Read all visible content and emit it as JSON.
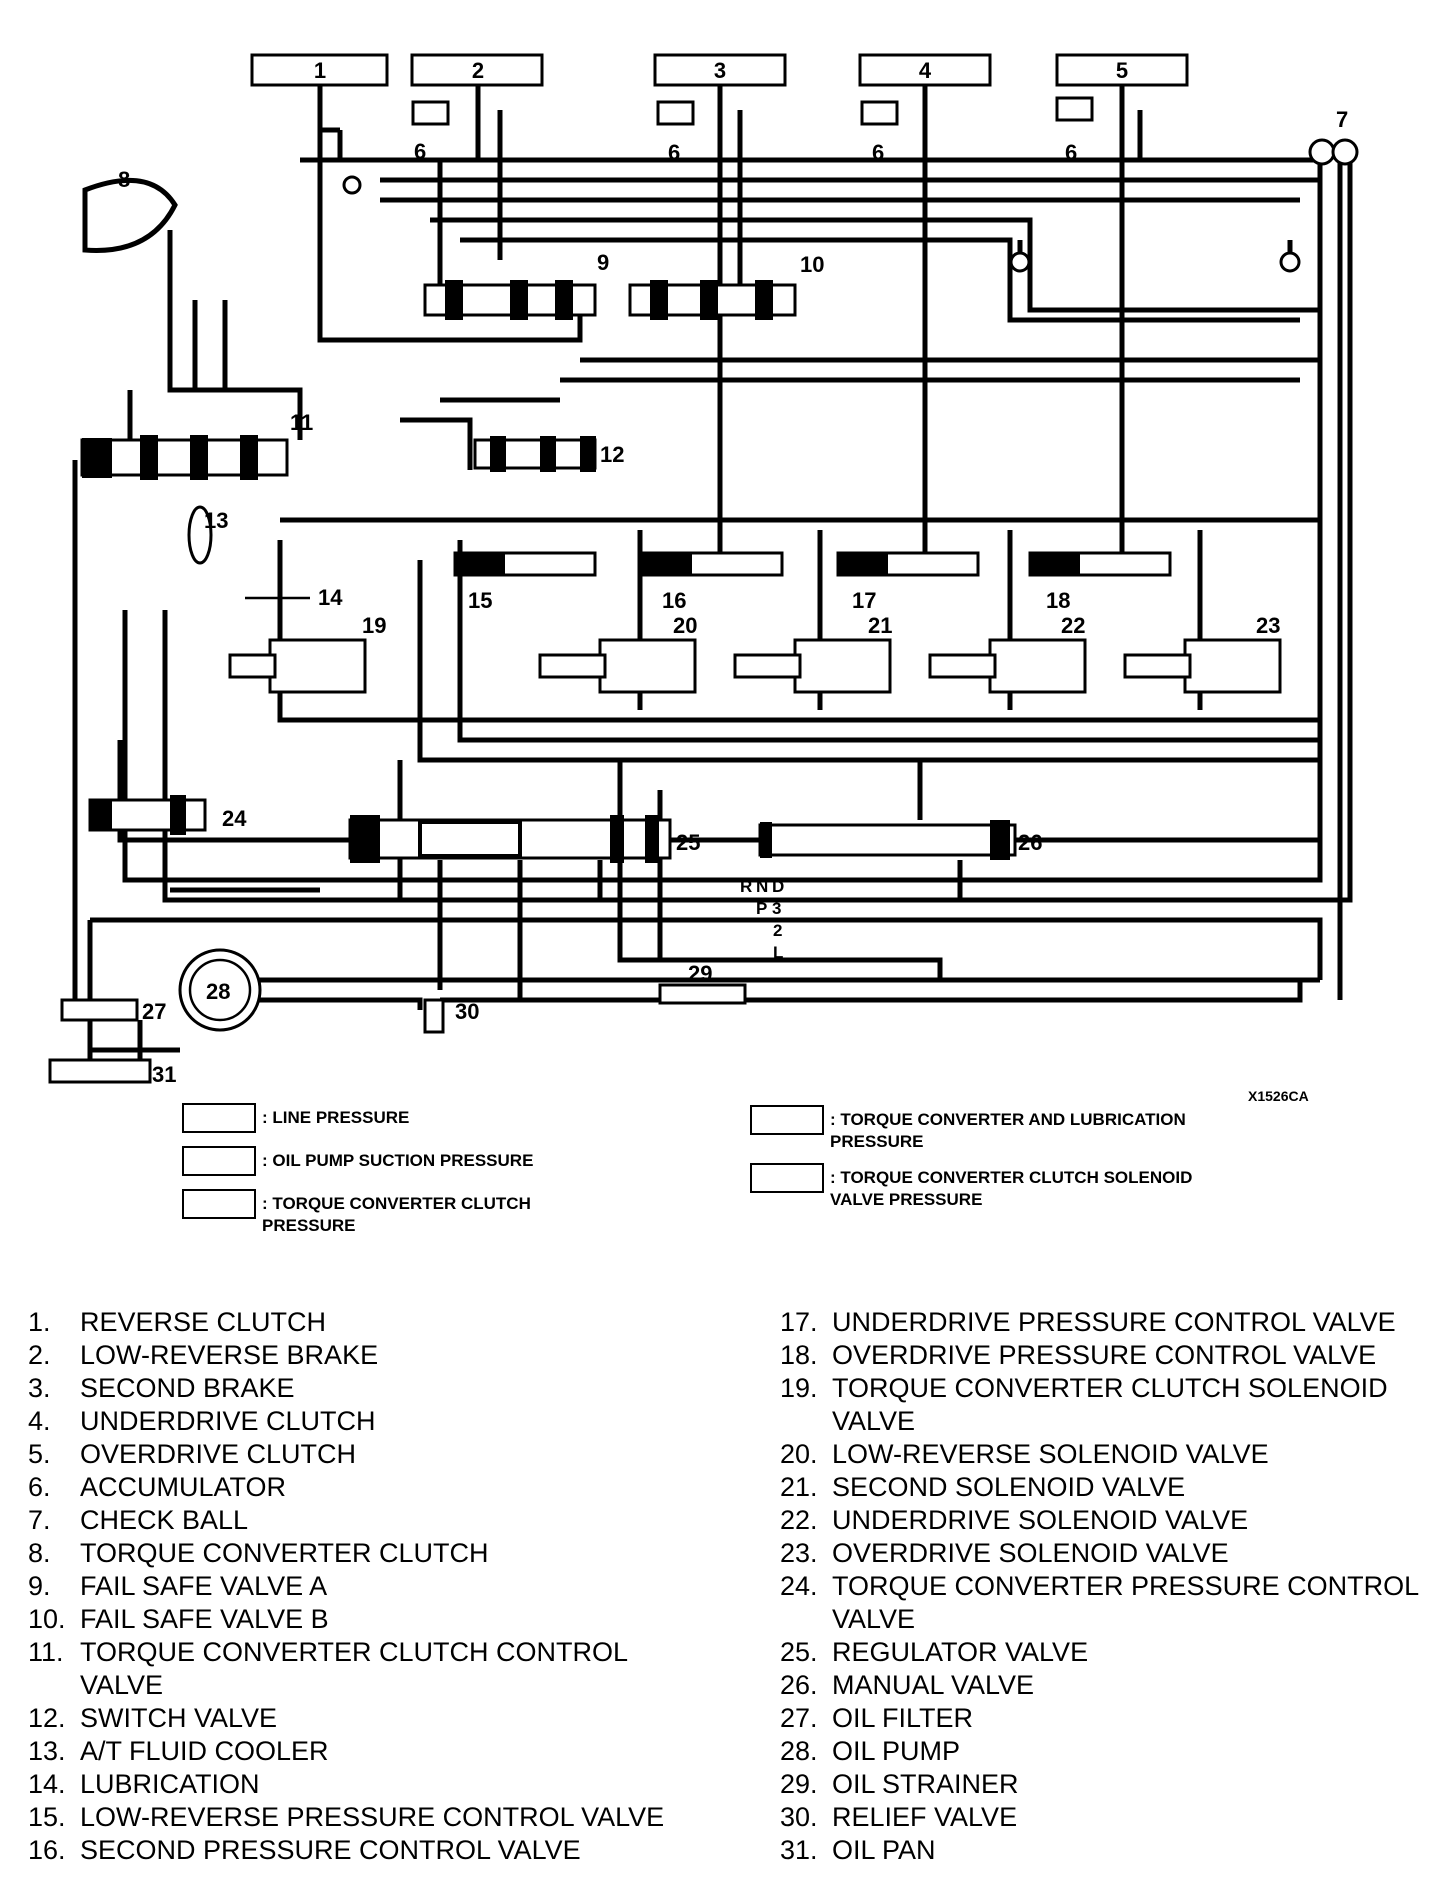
{
  "figure_code": "X1526CA",
  "gear_positions": [
    "R",
    "N",
    "D",
    "P",
    "3",
    "2",
    "L"
  ],
  "legend": [
    {
      "label": ": LINE PRESSURE"
    },
    {
      "label": ": OIL PUMP SUCTION PRESSURE"
    },
    {
      "label": ": TORQUE CONVERTER CLUTCH\nPRESSURE"
    },
    {
      "label": ": TORQUE CONVERTER AND LUBRICATION\nPRESSURE"
    },
    {
      "label": ": TORQUE CONVERTER CLUTCH SOLENOID\nVALVE PRESSURE"
    }
  ],
  "components": [
    {
      "num": "1.",
      "label": "REVERSE CLUTCH"
    },
    {
      "num": "2.",
      "label": "LOW-REVERSE BRAKE"
    },
    {
      "num": "3.",
      "label": "SECOND BRAKE"
    },
    {
      "num": "4.",
      "label": "UNDERDRIVE CLUTCH"
    },
    {
      "num": "5.",
      "label": "OVERDRIVE CLUTCH"
    },
    {
      "num": "6.",
      "label": "ACCUMULATOR"
    },
    {
      "num": "7.",
      "label": "CHECK BALL"
    },
    {
      "num": "8.",
      "label": "TORQUE CONVERTER CLUTCH"
    },
    {
      "num": "9.",
      "label": "FAIL SAFE VALVE A"
    },
    {
      "num": "10.",
      "label": "FAIL SAFE VALVE B"
    },
    {
      "num": "11.",
      "label": "TORQUE CONVERTER CLUTCH CONTROL VALVE"
    },
    {
      "num": "12.",
      "label": "SWITCH VALVE"
    },
    {
      "num": "13.",
      "label": "A/T FLUID COOLER"
    },
    {
      "num": "14.",
      "label": "LUBRICATION"
    },
    {
      "num": "15.",
      "label": "LOW-REVERSE PRESSURE CONTROL VALVE"
    },
    {
      "num": "16.",
      "label": "SECOND PRESSURE CONTROL VALVE"
    },
    {
      "num": "17.",
      "label": "UNDERDRIVE PRESSURE CONTROL VALVE"
    },
    {
      "num": "18.",
      "label": "OVERDRIVE PRESSURE CONTROL VALVE"
    },
    {
      "num": "19.",
      "label": "TORQUE CONVERTER CLUTCH SOLENOID VALVE"
    },
    {
      "num": "20.",
      "label": "LOW-REVERSE SOLENOID VALVE"
    },
    {
      "num": "21.",
      "label": "SECOND SOLENOID VALVE"
    },
    {
      "num": "22.",
      "label": "UNDERDRIVE SOLENOID VALVE"
    },
    {
      "num": "23.",
      "label": "OVERDRIVE SOLENOID VALVE"
    },
    {
      "num": "24.",
      "label": "TORQUE CONVERTER PRESSURE CONTROL VALVE"
    },
    {
      "num": "25.",
      "label": "REGULATOR VALVE"
    },
    {
      "num": "26.",
      "label": "MANUAL VALVE"
    },
    {
      "num": "27.",
      "label": "OIL FILTER"
    },
    {
      "num": "28.",
      "label": "OIL PUMP"
    },
    {
      "num": "29.",
      "label": "OIL STRAINER"
    },
    {
      "num": "30.",
      "label": "RELIEF VALVE"
    },
    {
      "num": "31.",
      "label": "OIL PAN"
    }
  ]
}
